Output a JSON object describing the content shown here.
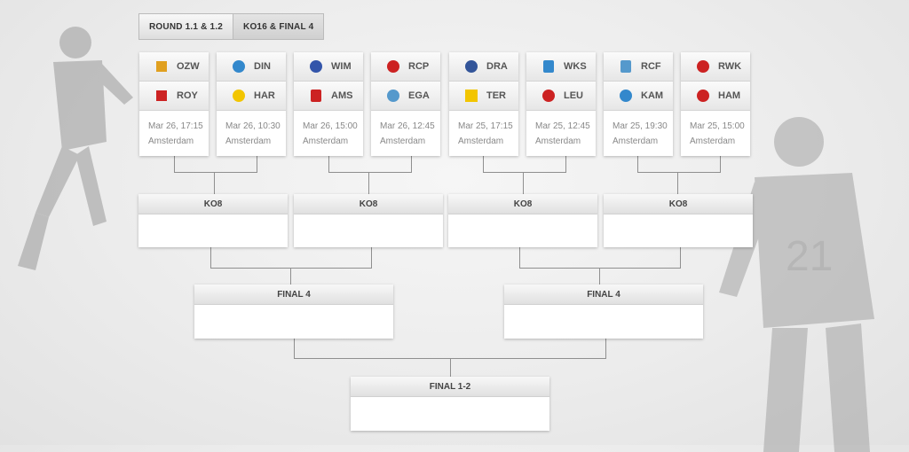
{
  "tabs": [
    {
      "label": "ROUND 1.1 & 1.2",
      "active": false
    },
    {
      "label": "KO16 & FINAL 4",
      "active": true
    }
  ],
  "matches": [
    {
      "home": {
        "code": "OZW",
        "logo_color": "#e0a020"
      },
      "away": {
        "code": "ROY",
        "logo_color": "#cc2222"
      },
      "date": "Mar 26, 17:15",
      "venue": "Amsterdam"
    },
    {
      "home": {
        "code": "DIN",
        "logo_color": "#3388cc"
      },
      "away": {
        "code": "HAR",
        "logo_color": "#f2c500"
      },
      "date": "Mar 26, 10:30",
      "venue": "Amsterdam"
    },
    {
      "home": {
        "code": "WIM",
        "logo_color": "#3355aa"
      },
      "away": {
        "code": "AMS",
        "logo_color": "#cc2222"
      },
      "date": "Mar 26, 15:00",
      "venue": "Amsterdam"
    },
    {
      "home": {
        "code": "RCP",
        "logo_color": "#cc2222"
      },
      "away": {
        "code": "EGA",
        "logo_color": "#5599cc"
      },
      "date": "Mar 26, 12:45",
      "venue": "Amsterdam"
    },
    {
      "home": {
        "code": "DRA",
        "logo_color": "#335599"
      },
      "away": {
        "code": "TER",
        "logo_color": "#f2c500"
      },
      "date": "Mar 25, 17:15",
      "venue": "Amsterdam"
    },
    {
      "home": {
        "code": "WKS",
        "logo_color": "#3388cc"
      },
      "away": {
        "code": "LEU",
        "logo_color": "#cc2222"
      },
      "date": "Mar 25, 12:45",
      "venue": "Amsterdam"
    },
    {
      "home": {
        "code": "RCF",
        "logo_color": "#5599cc"
      },
      "away": {
        "code": "KAM",
        "logo_color": "#3388cc"
      },
      "date": "Mar 25, 19:30",
      "venue": "Amsterdam"
    },
    {
      "home": {
        "code": "RWK",
        "logo_color": "#cc2222"
      },
      "away": {
        "code": "HAM",
        "logo_color": "#cc2222"
      },
      "date": "Mar 25, 15:00",
      "venue": "Amsterdam"
    }
  ],
  "ko8": [
    {
      "label": "KO8"
    },
    {
      "label": "KO8"
    },
    {
      "label": "KO8"
    },
    {
      "label": "KO8"
    }
  ],
  "final4": [
    {
      "label": "FINAL 4"
    },
    {
      "label": "FINAL 4"
    }
  ],
  "final": {
    "label": "FINAL 1-2"
  }
}
